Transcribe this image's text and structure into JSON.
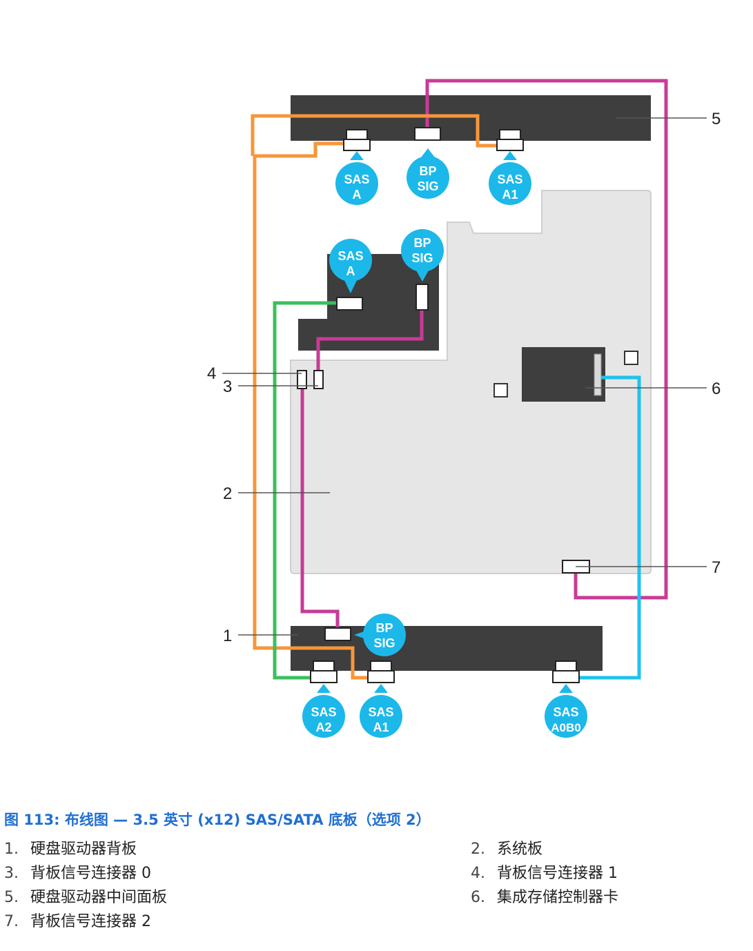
{
  "colors": {
    "panel": "#3e3e3e",
    "board": "#e6e6e6",
    "board_edge": "#cfcfcf",
    "cable_orange": "#f7963a",
    "cable_magenta": "#c83b96",
    "cable_green": "#3cbf5c",
    "cable_cyan": "#1ec3ee",
    "bubble": "#1cb8ea",
    "caption": "#1f6fd1"
  },
  "labels": {
    "sas_a": [
      "SAS",
      "A"
    ],
    "bp_sig": [
      "BP",
      "SIG"
    ],
    "sas_a1": [
      "SAS",
      "A1"
    ],
    "sas_a2": [
      "SAS",
      "A2"
    ],
    "sas_a0b0": [
      "SAS",
      "A0B0"
    ]
  },
  "callouts": [
    "1",
    "2",
    "3",
    "4",
    "5",
    "6",
    "7"
  ],
  "caption": "图 113: 布线图 — 3.5 英寸 (x12) SAS/SATA 底板（选项 2）",
  "legend": [
    {
      "num": "1.",
      "text": "硬盘驱动器背板"
    },
    {
      "num": "2.",
      "text": "系统板"
    },
    {
      "num": "3.",
      "text": "背板信号连接器 0"
    },
    {
      "num": "4.",
      "text": "背板信号连接器 1"
    },
    {
      "num": "5.",
      "text": "硬盘驱动器中间面板"
    },
    {
      "num": "6.",
      "text": "集成存储控制器卡"
    },
    {
      "num": "7.",
      "text": "背板信号连接器 2"
    }
  ]
}
